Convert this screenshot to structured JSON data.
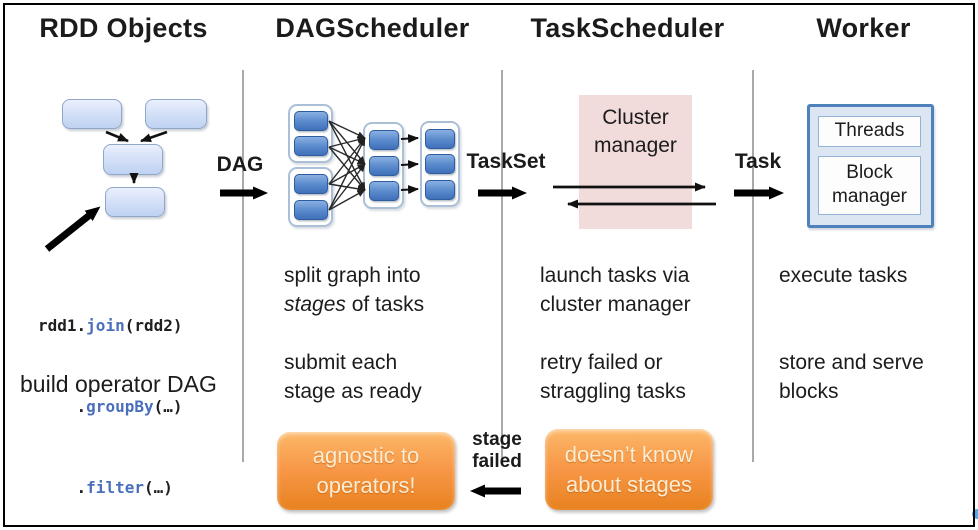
{
  "headers": [
    {
      "label": "RDD Objects"
    },
    {
      "label": "DAGScheduler"
    },
    {
      "label": "TaskScheduler"
    },
    {
      "label": "Worker"
    }
  ],
  "rdd_objects": {
    "code": [
      {
        "pre": "rdd1.",
        "method": "join",
        "post": "(rdd2)"
      },
      {
        "pre": ".",
        "method": "groupBy",
        "post": "(…)"
      },
      {
        "pre": ".",
        "method": "filter",
        "post": "(…)"
      }
    ],
    "caption": "build operator DAG"
  },
  "dag_scheduler": {
    "para1_line1": "split graph into",
    "para1_line2_italic": "stages",
    "para1_line2_rest": " of tasks",
    "para2_line1": "submit each",
    "para2_line2": "stage as ready",
    "badge_line1": "agnostic to",
    "badge_line2": "operators!"
  },
  "task_scheduler": {
    "cluster_manager_line1": "Cluster",
    "cluster_manager_line2": "manager",
    "para1_line1": "launch tasks via",
    "para1_line2": "cluster manager",
    "para2_line1": "retry failed or",
    "para2_line2": "straggling tasks",
    "badge_line1": "doesn’t know",
    "badge_line2": "about stages"
  },
  "worker": {
    "threads_label": "Threads",
    "block_manager_line1": "Block",
    "block_manager_line2": "manager",
    "para1": "execute tasks",
    "para2_line1": "store and serve",
    "para2_line2": "blocks"
  },
  "flow_labels": {
    "dag": "DAG",
    "taskset": "TaskSet",
    "task": "Task",
    "stage_failed_line1": "stage",
    "stage_failed_line2": "failed"
  },
  "colors": {
    "task_box_blue": "#4273bd",
    "rdd_box_blue": "#c9d8f3",
    "cluster_manager_pink": "#f2dcdb",
    "worker_border_blue": "#4f81bd",
    "badge_orange": "#f79646",
    "code_keyword_blue": "#4a6fbd",
    "divider_gray": "#a9a9a9"
  }
}
